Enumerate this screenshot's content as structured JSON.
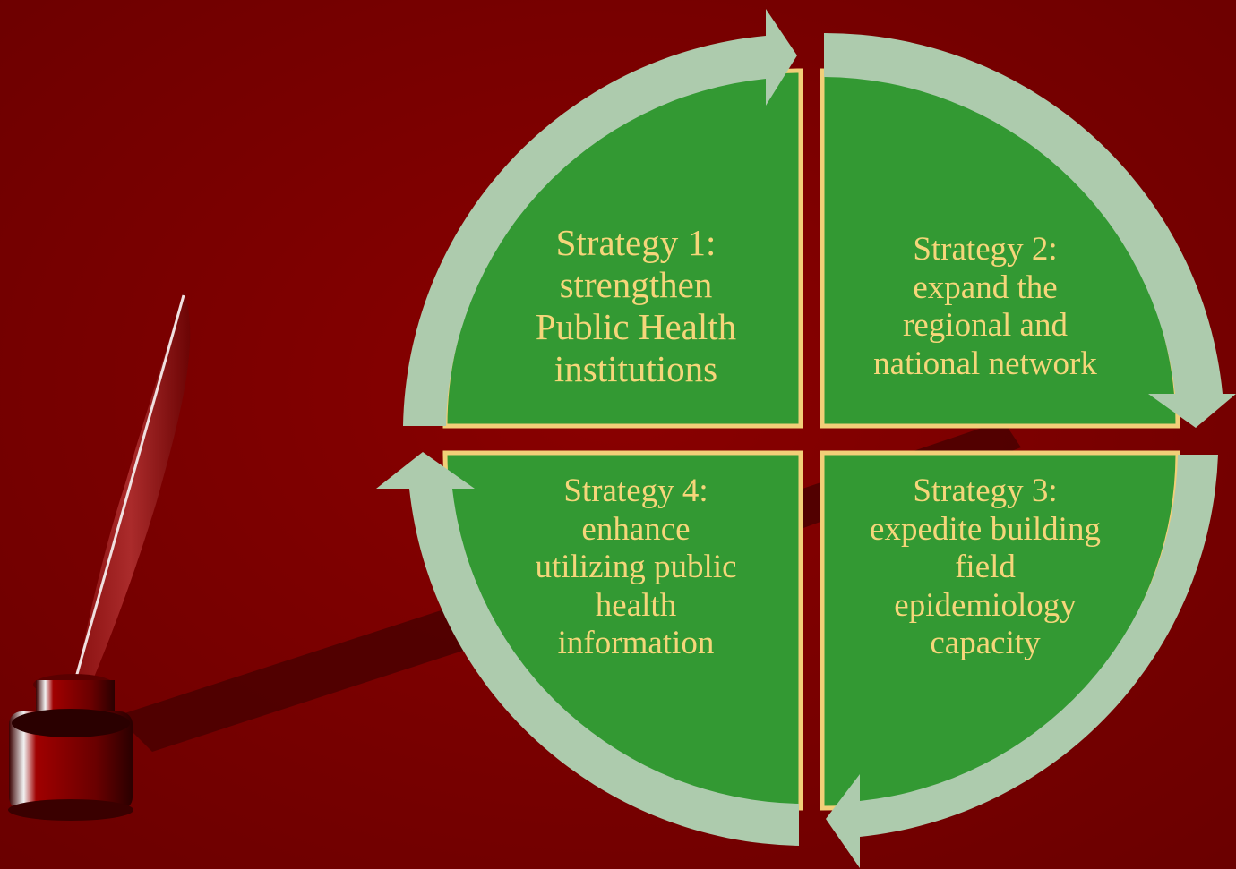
{
  "colors": {
    "background": "#7a0000",
    "quadrant_fill": "#339933",
    "quadrant_border": "#f2cf78",
    "arrow_ring": "#adcbad",
    "label_text": "#f5d67a"
  },
  "decoration": {
    "icon": "quill-and-inkwell-icon"
  },
  "diagram": {
    "quadrants": [
      {
        "position": "top-left",
        "label": "Strategy 1:\nstrengthen\nPublic Health\ninstitutions"
      },
      {
        "position": "top-right",
        "label": "Strategy 2:\nexpand the\nregional and\nnational network"
      },
      {
        "position": "bottom-right",
        "label": "Strategy 3:\nexpedite building\nfield\nepidemiology\ncapacity"
      },
      {
        "position": "bottom-left",
        "label": "Strategy 4:\nenhance\nutilizing public\nhealth\ninformation"
      }
    ]
  }
}
